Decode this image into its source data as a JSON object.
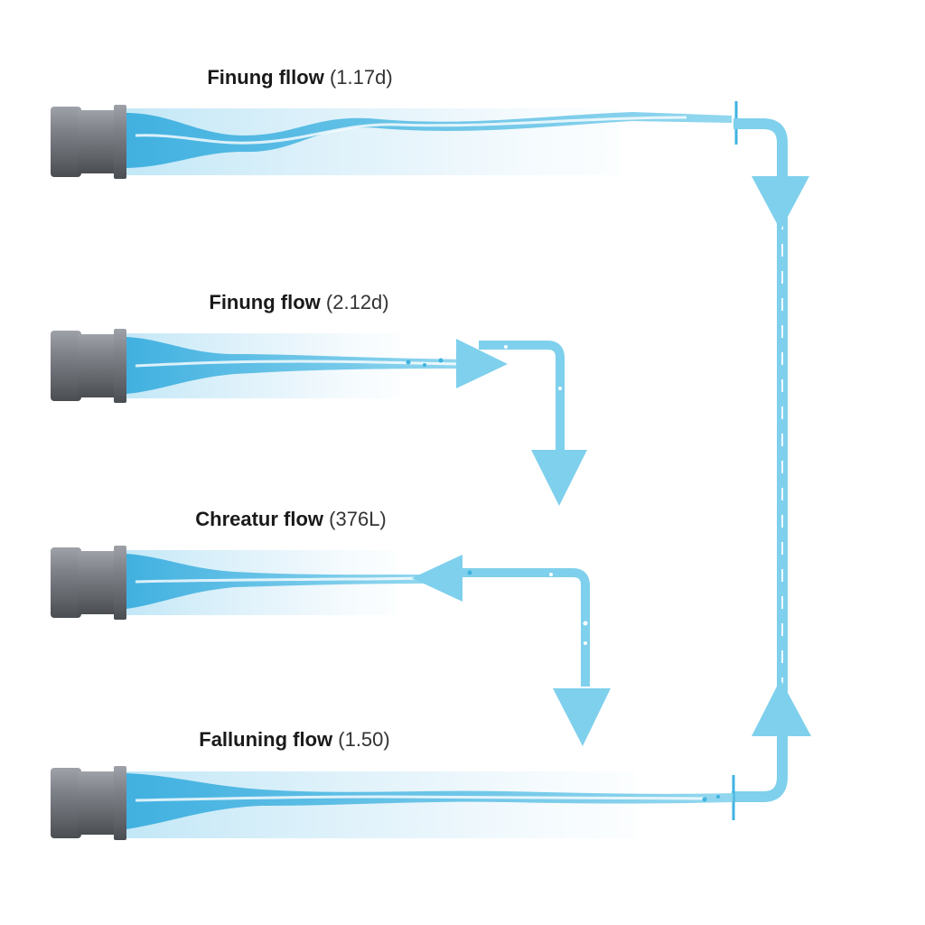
{
  "flows": [
    {
      "id": "flow-1",
      "name": "Finung fllow",
      "value": "(1.17d)"
    },
    {
      "id": "flow-2",
      "name": "Finung flow",
      "value": "(2.12d)"
    },
    {
      "id": "flow-3",
      "name": "Chreatur flow",
      "value": "(376L)"
    },
    {
      "id": "flow-4",
      "name": "Falluning flow",
      "value": "(1.50)"
    }
  ],
  "colors": {
    "water": "#7fd0ec",
    "water_dark": "#3fb3e0",
    "highlight": "#ffffff",
    "band": "#dff1fa",
    "pipe_dark": "#5b5e63",
    "pipe_mid": "#7b7f85",
    "pipe_light": "#a3a7ad"
  }
}
